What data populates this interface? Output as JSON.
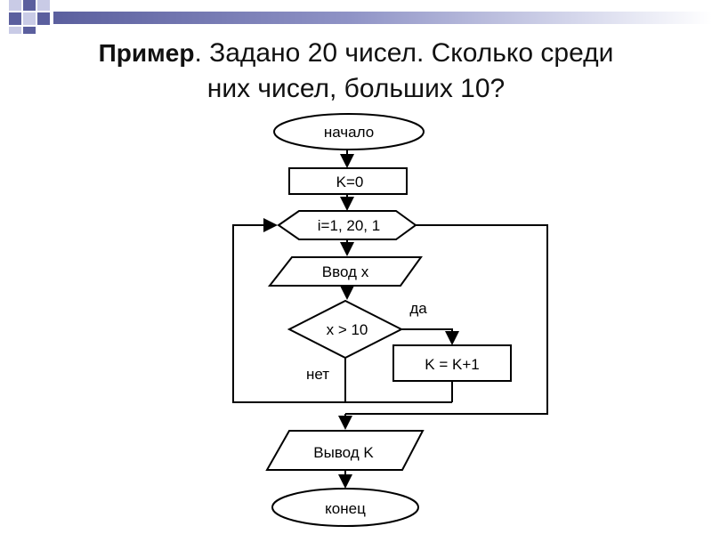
{
  "title": {
    "bold": "Пример",
    "rest": ". Задано 20 чисел. Сколько среди",
    "line2": "них чисел, больших 10?"
  },
  "flowchart": {
    "start": "начало",
    "init": "K=0",
    "loop": "i=1, 20, 1",
    "input": "Ввод x",
    "condition": "x > 10",
    "yes": "да",
    "no": "нет",
    "increment": "K = K+1",
    "output": "Вывод K",
    "end": "конец"
  },
  "colors": {
    "accent": "#5b5f9e",
    "accent_light": "#c9cbe6",
    "line": "#000000"
  }
}
